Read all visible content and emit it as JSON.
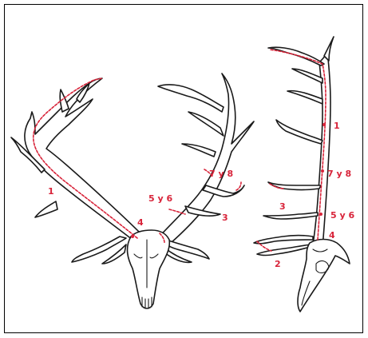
{
  "colors": {
    "outline": "#1a1a1a",
    "measure": "#d8243a",
    "label": "#d8243a",
    "frame": "#000000"
  },
  "front_view": {
    "labels": {
      "l1": "1",
      "l4": "4",
      "l5y6": "5 y 6",
      "l7y8": "7 y 8",
      "l3": "3"
    }
  },
  "side_view": {
    "labels": {
      "l1": "1",
      "l7y8": "7 y 8",
      "l3": "3",
      "l5y6": "5 y 6",
      "l4": "4",
      "l2": "2"
    }
  }
}
